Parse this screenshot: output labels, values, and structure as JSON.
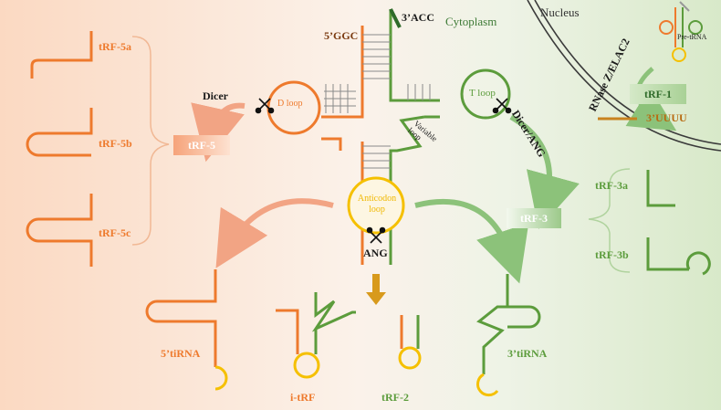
{
  "compartments": {
    "cytoplasm": "Cytoplasm",
    "nucleus": "Nucleus"
  },
  "trna": {
    "five_end": "5’GGC",
    "three_end": "3’ACC",
    "d_loop": "D loop",
    "t_loop": "T loop",
    "variable_loop": "Variable loop",
    "anticodon_loop": "Anticodon loop"
  },
  "enzymes": {
    "dicer": "Dicer",
    "dicer_ang": "Dicer/ANG",
    "ang": "ANG",
    "rnase": "RNase Z/ELAC2"
  },
  "fragments": {
    "trf5": "tRF-5",
    "trf5a": "tRF-5a",
    "trf5b": "tRF-5b",
    "trf5c": "tRF-5c",
    "trf3": "tRF-3",
    "trf3a": "tRF-3a",
    "trf3b": "tRF-3b",
    "trf1": "tRF-1",
    "three_uuuu": "3’UUUU",
    "pre_trna": "Pre-tRNA",
    "five_tirna": "5’tiRNA",
    "three_tirna": "3’tiRNA",
    "itrf": "i-tRF",
    "trf2": "tRF-2"
  },
  "colors": {
    "orange": "#ee7a2d",
    "green": "#5c9c3c",
    "dark_green": "#2f6b2a",
    "yellow": "#f5c000",
    "brown": "#c8821e"
  }
}
